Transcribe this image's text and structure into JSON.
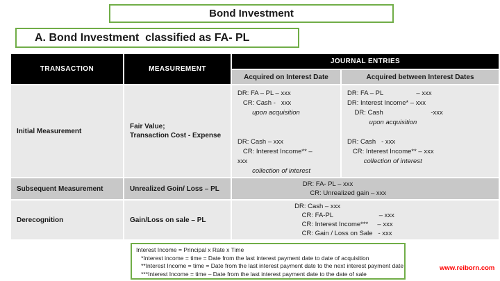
{
  "slide": {
    "title": "Bond Investment",
    "subtitle": "A. Bond Investment  classified as FA- PL",
    "website": "www.reiborn.com"
  },
  "table": {
    "headers": {
      "transaction": "TRANSACTION",
      "measurement": "MEASUREMENT",
      "journal_entries": "JOURNAL ENTRIES",
      "acquired_on": "Acquired on Interest Date",
      "acquired_between": "Acquired between Interest Dates"
    },
    "rows": [
      {
        "transaction": "Initial Measurement",
        "measurement_lines": [
          "Fair Value;",
          "Transaction Cost - Expense"
        ],
        "journal_on": [
          {
            "text": "DR: FA – PL – xxx"
          },
          {
            "text": "   CR: Cash -   xxx"
          },
          {
            "text": "        upon acquisition",
            "italic": true
          },
          {
            "text": " "
          },
          {
            "text": " "
          },
          {
            "text": "DR: Cash – xxx"
          },
          {
            "text": "   CR: Interest Income** –"
          },
          {
            "text": "xxx"
          },
          {
            "text": "        collection of interest",
            "italic": true
          }
        ],
        "journal_between": [
          {
            "text": "DR: FA – PL                  – xxx"
          },
          {
            "text": "DR: Interest Income* – xxx"
          },
          {
            "text": "    DR: Cash                          -xxx"
          },
          {
            "text": "            upon acquisition",
            "italic": true
          },
          {
            "text": " "
          },
          {
            "text": "DR: Cash   - xxx"
          },
          {
            "text": "   CR: Interest Income** – xxx"
          },
          {
            "text": "         collection of interest",
            "italic": true
          }
        ]
      },
      {
        "transaction": "Subsequent Measurement",
        "measurement_lines": [
          "Unrealized Goin/ Loss – PL"
        ],
        "journal_merged": [
          {
            "text": "DR: FA- PL – xxx"
          },
          {
            "text": "    CR: Unrealized gain – xxx"
          }
        ]
      },
      {
        "transaction": "Derecognition",
        "measurement_lines": [
          "Gain/Loss on sale – PL"
        ],
        "journal_merged": [
          {
            "text": "DR: Cash – xxx"
          },
          {
            "text": "    CR: FA-PL                         – xxx"
          },
          {
            "text": "    CR: Interest Income***     – xxx"
          },
          {
            "text": "    CR: Gain / Loss on Sale   - xxx"
          }
        ]
      }
    ]
  },
  "footnotes": {
    "lines": [
      "Interest Income = Principal x Rate x Time",
      "   *Interest income = time = Date from the last interest payment date to date of acquisition",
      "   **Interest Income = time = Date from the last interest payment date to the next interest payment date",
      "   ***Interest Income = time – Date from the last interest payment date to the date of sale"
    ]
  },
  "colors": {
    "accent_green": "#70AD47",
    "header_bg": "#000000",
    "header_text": "#FFFFFF",
    "band_light": "#E9E9E9",
    "band_dark": "#C8C8C8",
    "website_red": "#FF0000",
    "text_black": "#1A1A1A"
  }
}
